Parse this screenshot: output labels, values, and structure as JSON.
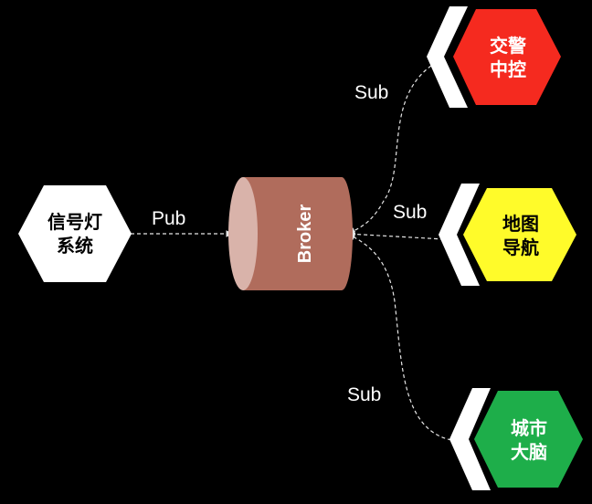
{
  "nodes": {
    "signal_system": {
      "line1": "信号灯",
      "line2": "系统",
      "color": "#ffffff",
      "text_color": "#000000"
    },
    "traffic_police": {
      "line1": "交警",
      "line2": "中控",
      "color": "#f52a1f",
      "text_color": "#ffffff"
    },
    "map_navigation": {
      "line1": "地图",
      "line2": "导航",
      "color": "#fffb2a",
      "text_color": "#000000"
    },
    "city_brain": {
      "line1": "城市",
      "line2": "大脑",
      "color": "#1eae4a",
      "text_color": "#ffffff"
    }
  },
  "broker": {
    "label": "Broker",
    "body_color": "#b06c5c",
    "face_color": "#d9b3aa"
  },
  "edges": {
    "pub": "Pub",
    "sub_traffic_police": "Sub",
    "sub_map_navigation": "Sub",
    "sub_city_brain": "Sub"
  }
}
